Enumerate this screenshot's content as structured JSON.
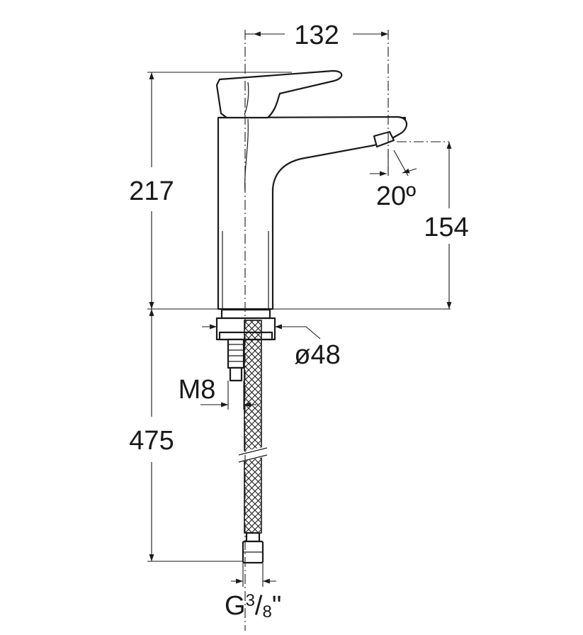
{
  "dimensions": {
    "spout_reach": "132",
    "total_height": "217",
    "spout_height": "154",
    "spout_angle": "20º",
    "base_diameter": "ø48",
    "stud_thread": "M8",
    "hose_length": "475",
    "connection_main": "G",
    "connection_num": "3",
    "connection_den": "8",
    "connection_unit": "\""
  },
  "colors": {
    "line": "#1a1a1a",
    "background": "#ffffff"
  }
}
